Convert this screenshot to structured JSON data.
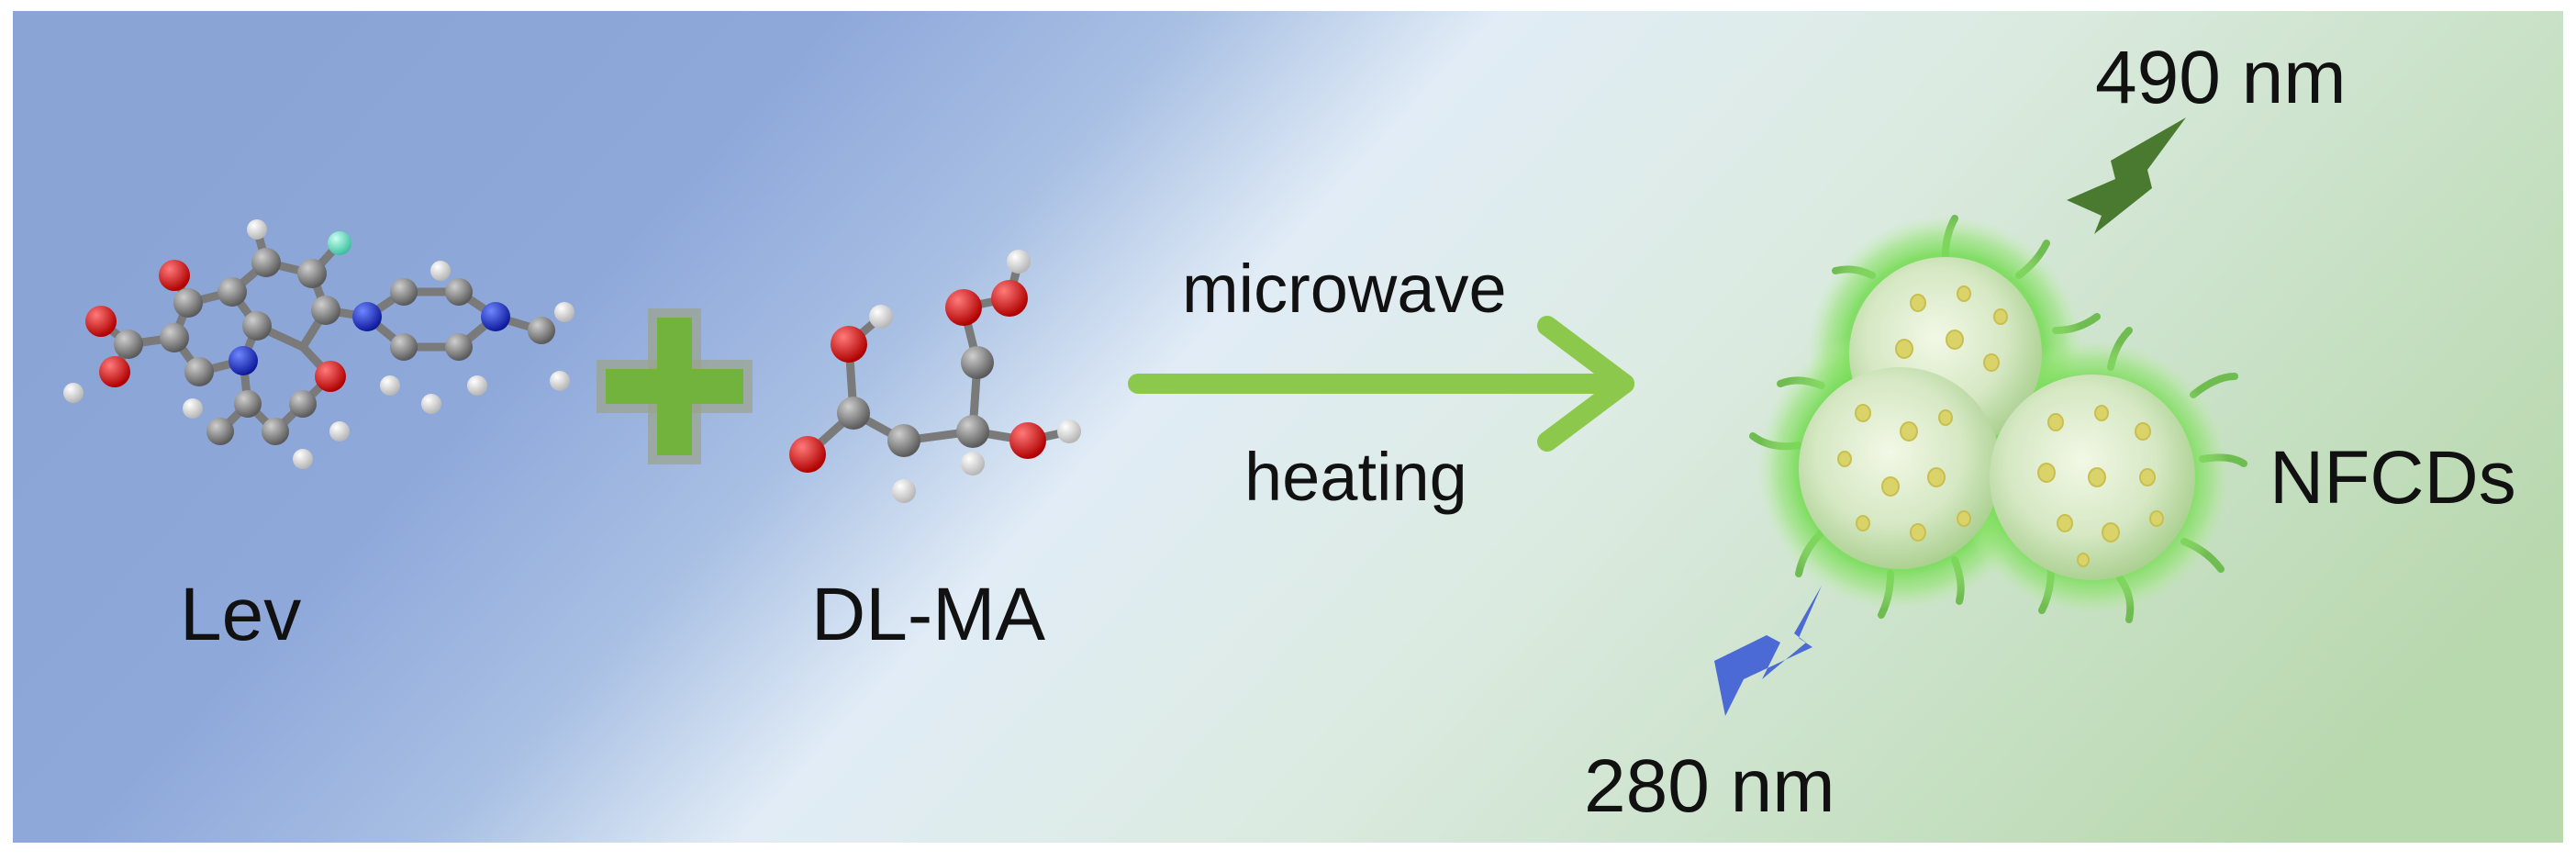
{
  "labels": {
    "lev": "Lev",
    "dlma": "DL-MA",
    "microwave": "microwave",
    "heating": "heating",
    "nfcds": "NFCDs",
    "emission": "490 nm",
    "excitation": "280 nm"
  },
  "colors": {
    "background_left": "#8fa9d8",
    "background_mid": "#e4eef6",
    "background_right": "#bcd9b4",
    "arrow": "#8cc84b",
    "plus": "#71b33c",
    "carbon": "#7f7f7f",
    "oxygen": "#e01818",
    "nitrogen": "#1b2ed1",
    "hydrogen": "#f2f2f2",
    "fluorine": "#7fe0c8",
    "dot_glow": "#72d65a",
    "dot_body": "#dcecc8",
    "dot_spot": "#d9d36a",
    "emission_bolt": "#4a7a2f",
    "excitation_bolt": "#4c6ad6"
  }
}
